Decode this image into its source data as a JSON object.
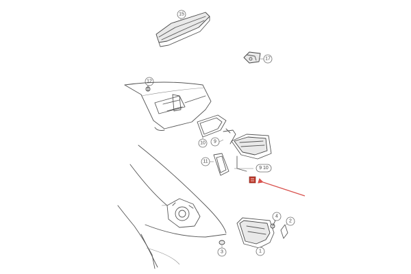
{
  "callouts": {
    "c15": "15",
    "c17": "17",
    "c12": "12",
    "c10": "10",
    "c9": "9",
    "c11": "11",
    "c_ref": "9 10",
    "c4": "4",
    "c2": "2",
    "c3": "3",
    "c1": "1"
  },
  "colors": {
    "line": "#555555",
    "highlight_arrow": "#d9534f",
    "marker_fill": "#c0392b"
  }
}
